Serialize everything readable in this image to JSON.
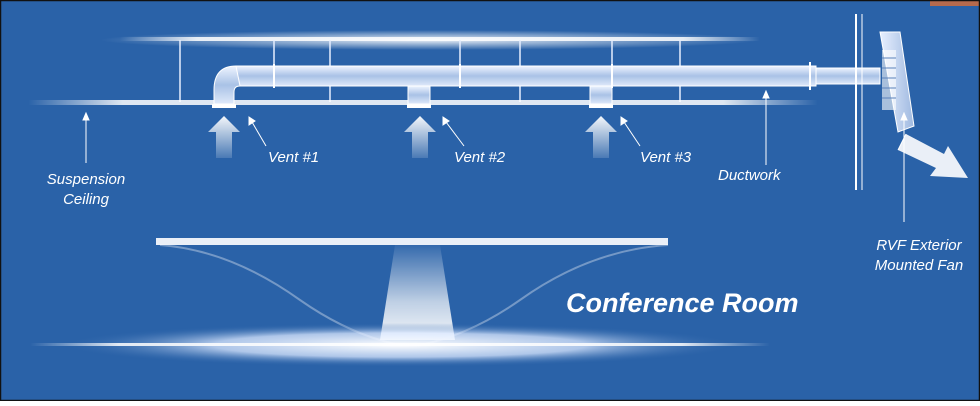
{
  "colors": {
    "background": "#2a62a8",
    "frame": "#111111",
    "corner_tab": "#b56a4d",
    "light": "#ffffff"
  },
  "labels": {
    "suspension_ceiling_line1": "Suspension",
    "suspension_ceiling_line2": "Ceiling",
    "vent1": "Vent #1",
    "vent2": "Vent #2",
    "vent3": "Vent #3",
    "ductwork": "Ductwork",
    "fan_line1": "RVF Exterior",
    "fan_line2": "Mounted Fan",
    "room": "Conference Room"
  },
  "icons": [
    "arrow-up-icon",
    "exhaust-arrow-icon",
    "fan-icon"
  ]
}
